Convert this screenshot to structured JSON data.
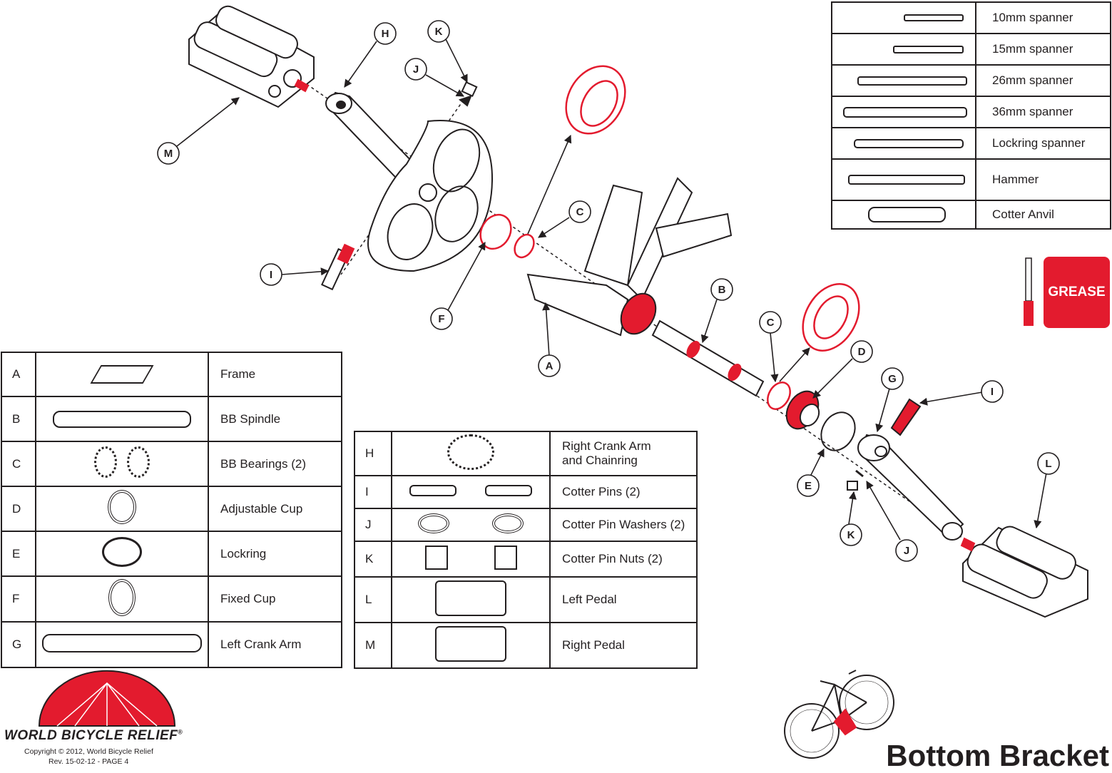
{
  "tools": [
    {
      "icon": "spanner-10mm-icon",
      "label": "10mm spanner"
    },
    {
      "icon": "spanner-15mm-icon",
      "label": "15mm spanner"
    },
    {
      "icon": "spanner-26mm-icon",
      "label": "26mm spanner"
    },
    {
      "icon": "spanner-36mm-icon",
      "label": "36mm spanner"
    },
    {
      "icon": "lockring-spanner-icon",
      "label": "Lockring spanner"
    },
    {
      "icon": "hammer-icon",
      "label": "Hammer"
    },
    {
      "icon": "cotter-anvil-icon",
      "label": "Cotter Anvil"
    }
  ],
  "grease_label": "GREASE",
  "parts_left": [
    {
      "letter": "A",
      "icon": "frame-icon",
      "name": "Frame"
    },
    {
      "letter": "B",
      "icon": "bb-spindle-icon",
      "name": "BB Spindle"
    },
    {
      "letter": "C",
      "icon": "bb-bearings-icon",
      "name": "BB Bearings (2)"
    },
    {
      "letter": "D",
      "icon": "adjustable-cup-icon",
      "name": "Adjustable Cup"
    },
    {
      "letter": "E",
      "icon": "lockring-icon",
      "name": "Lockring"
    },
    {
      "letter": "F",
      "icon": "fixed-cup-icon",
      "name": "Fixed Cup"
    },
    {
      "letter": "G",
      "icon": "left-crank-arm-icon",
      "name": "Left Crank Arm"
    }
  ],
  "parts_right": [
    {
      "letter": "H",
      "icon": "right-crank-chainring-icon",
      "name_line1": "Right Crank Arm",
      "name_line2": "and Chainring"
    },
    {
      "letter": "I",
      "icon": "cotter-pins-icon",
      "name_line1": "Cotter Pins (2)",
      "name_line2": ""
    },
    {
      "letter": "J",
      "icon": "cotter-pin-washers-icon",
      "name_line1": "Cotter Pin Washers (2)",
      "name_line2": ""
    },
    {
      "letter": "K",
      "icon": "cotter-pin-nuts-icon",
      "name_line1": "Cotter Pin Nuts (2)",
      "name_line2": ""
    },
    {
      "letter": "L",
      "icon": "left-pedal-icon",
      "name_line1": "Left Pedal",
      "name_line2": ""
    },
    {
      "letter": "M",
      "icon": "right-pedal-icon",
      "name_line1": "Right Pedal",
      "name_line2": ""
    }
  ],
  "callouts": [
    "H",
    "K",
    "J",
    "M",
    "C",
    "I",
    "F",
    "A",
    "B",
    "C",
    "D",
    "G",
    "I",
    "L",
    "E",
    "K",
    "J"
  ],
  "logo": {
    "name": "WORLD BICYCLE RELIEF",
    "registered": "®"
  },
  "copyright": "Copyright © 2012, World Bicycle Relief",
  "revision": "Rev. 15-02-12 - PAGE 4",
  "title": "Bottom Bracket",
  "colors": {
    "accent": "#e31b2e",
    "line": "#231f20"
  }
}
